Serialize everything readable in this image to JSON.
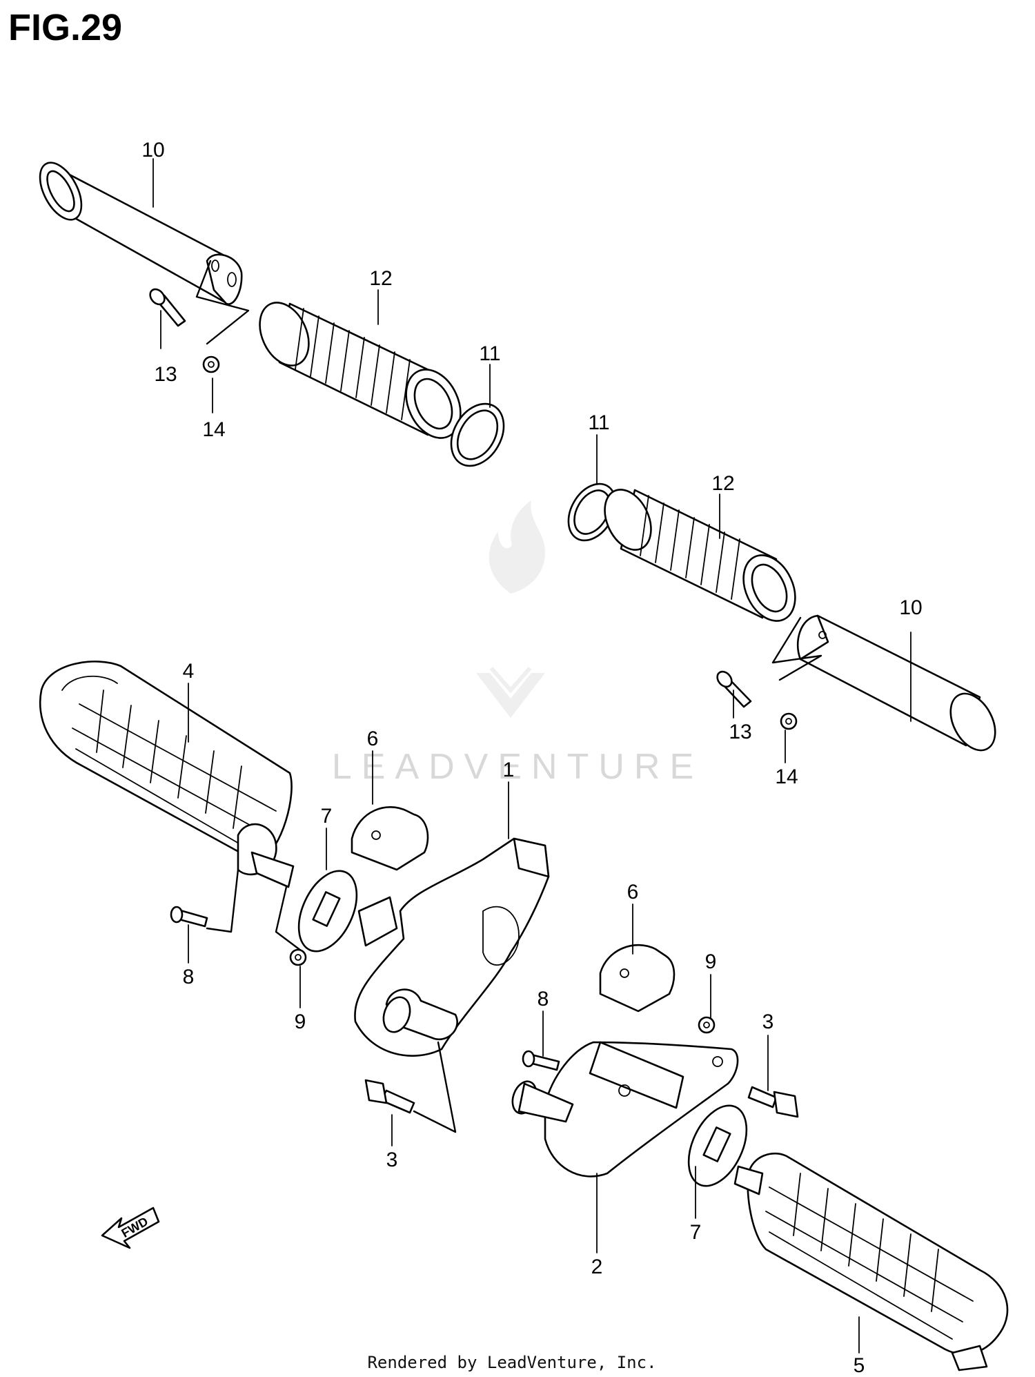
{
  "figure": {
    "title": "FIG.29"
  },
  "callouts": [
    {
      "id": "c10a",
      "number": "10"
    },
    {
      "id": "c12a",
      "number": "12"
    },
    {
      "id": "c11a",
      "number": "11"
    },
    {
      "id": "c13a",
      "number": "13"
    },
    {
      "id": "c14a",
      "number": "14"
    },
    {
      "id": "c11b",
      "number": "11"
    },
    {
      "id": "c12b",
      "number": "12"
    },
    {
      "id": "c10b",
      "number": "10"
    },
    {
      "id": "c13b",
      "number": "13"
    },
    {
      "id": "c14b",
      "number": "14"
    },
    {
      "id": "c4",
      "number": "4"
    },
    {
      "id": "c6a",
      "number": "6"
    },
    {
      "id": "c1",
      "number": "1"
    },
    {
      "id": "c7a",
      "number": "7"
    },
    {
      "id": "c8a",
      "number": "8"
    },
    {
      "id": "c9a",
      "number": "9"
    },
    {
      "id": "c3a",
      "number": "3"
    },
    {
      "id": "c6b",
      "number": "6"
    },
    {
      "id": "c9b",
      "number": "9"
    },
    {
      "id": "c8b",
      "number": "8"
    },
    {
      "id": "c3b",
      "number": "3"
    },
    {
      "id": "c7b",
      "number": "7"
    },
    {
      "id": "c2",
      "number": "2"
    },
    {
      "id": "c5",
      "number": "5"
    }
  ],
  "fwd_label": "FWD",
  "watermark": "LEADVENTURE",
  "footer": "Rendered by LeadVenture, Inc."
}
